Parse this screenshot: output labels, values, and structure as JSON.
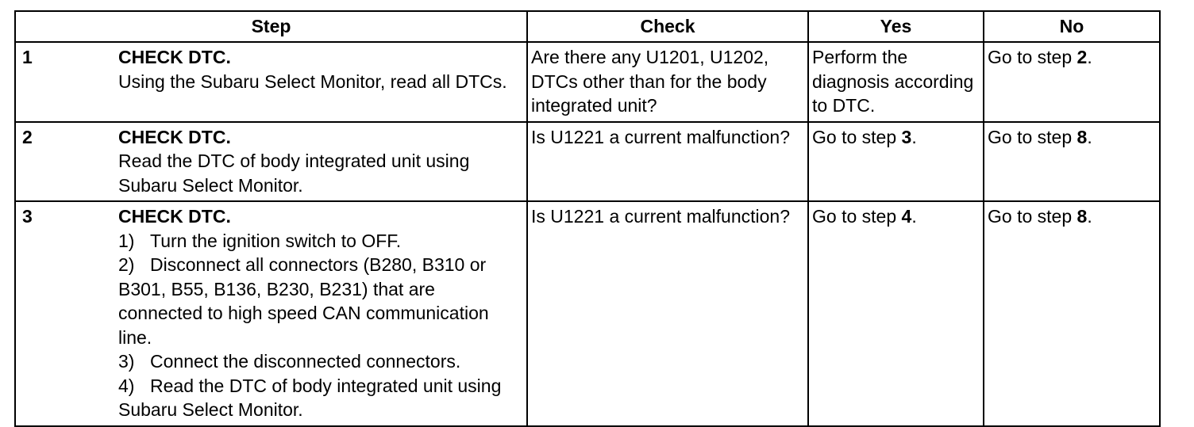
{
  "headers": {
    "step": "Step",
    "check": "Check",
    "yes": "Yes",
    "no": "No"
  },
  "rows": [
    {
      "num": "1",
      "title": "CHECK DTC.",
      "lines": [
        "Using the Subaru Select Monitor, read all DTCs."
      ],
      "check": "Are there any U1201, U1202, DTCs other than for the body integrated unit?",
      "yes": "Perform the diagnosis according to DTC.",
      "no_prefix": "Go to step ",
      "no_step": "2",
      "no_suffix": "."
    },
    {
      "num": "2",
      "title": "CHECK DTC.",
      "lines": [
        "Read the DTC of body integrated unit using Subaru Select Monitor."
      ],
      "check": "Is U1221 a current malfunction?",
      "yes_prefix": "Go to step ",
      "yes_step": "3",
      "yes_suffix": ".",
      "no_prefix": "Go to step ",
      "no_step": "8",
      "no_suffix": "."
    },
    {
      "num": "3",
      "title": "CHECK DTC.",
      "items": [
        {
          "n": "1)",
          "text": "Turn the ignition switch to OFF."
        },
        {
          "n": "2)",
          "text": "Disconnect all connectors (B280, B310 or B301, B55, B136, B230, B231) that are connected to high speed CAN communication line."
        },
        {
          "n": "3)",
          "text": "Connect the disconnected connectors."
        },
        {
          "n": "4)",
          "text": "Read the DTC of body integrated unit using Subaru Select Monitor."
        }
      ],
      "check": "Is U1221 a current malfunction?",
      "yes_prefix": "Go to step ",
      "yes_step": "4",
      "yes_suffix": ".",
      "no_prefix": "Go to step ",
      "no_step": "8",
      "no_suffix": "."
    }
  ]
}
